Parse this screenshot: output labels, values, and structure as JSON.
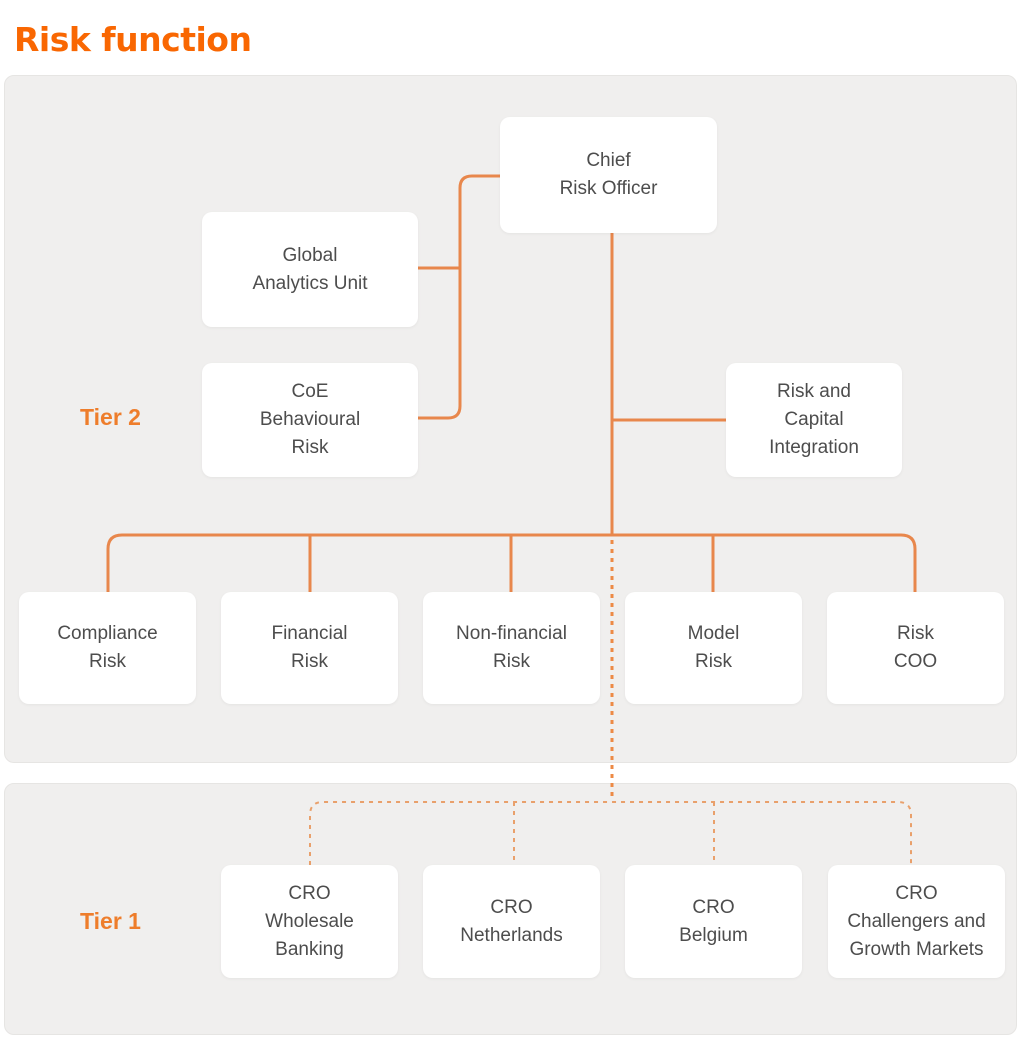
{
  "title": "Risk function",
  "labels": {
    "tier2": "Tier 2",
    "tier1": "Tier 1"
  },
  "nodes": {
    "chief_risk_officer": "Chief\nRisk Officer",
    "global_analytics_unit": "Global\nAnalytics Unit",
    "coe_behavioural_risk": "CoE\nBehavioural\nRisk",
    "risk_and_capital_integration": "Risk and\nCapital\nIntegration",
    "compliance_risk": "Compliance\nRisk",
    "financial_risk": "Financial\nRisk",
    "non_financial_risk": "Non-financial\nRisk",
    "model_risk": "Model\nRisk",
    "risk_coo": "Risk\nCOO",
    "cro_wholesale_banking": "CRO\nWholesale\nBanking",
    "cro_netherlands": "CRO\nNetherlands",
    "cro_belgium": "CRO\nBelgium",
    "cro_challengers_growth_markets": "CRO\nChallengers and\nGrowth Markets"
  },
  "colors": {
    "title_orange": "#F96702",
    "tier_label_orange": "#EE7D2B",
    "solid_line_orange": "#E8874C",
    "dashed_line_orange": "#ED8A45",
    "tier1_dashed_orange": "#E9A06B",
    "panel_background": "#F0EFEE",
    "node_text": "#4D4D4D"
  }
}
